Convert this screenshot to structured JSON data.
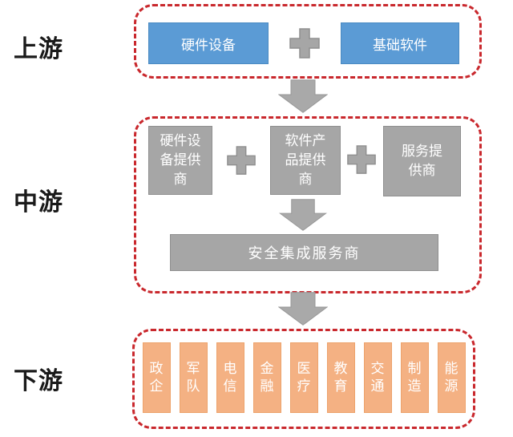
{
  "stages": {
    "upstream": "上游",
    "midstream": "中游",
    "downstream": "下游"
  },
  "upstream": {
    "hardware": "硬件设备",
    "software": "基础软件"
  },
  "midstream": {
    "hardware_provider": "硬件设备提供商",
    "software_provider": "软件产品提供商",
    "service_provider": "服务提供商",
    "integrator": "安全集成服务商"
  },
  "downstream": {
    "sectors": [
      "政企",
      "军队",
      "电信",
      "金融",
      "医疗",
      "教育",
      "交通",
      "制造",
      "能源"
    ]
  },
  "icons": {
    "plus_icon": "✚",
    "arrow_down_icon": "⬇"
  },
  "colors": {
    "box_blue": "#5B9BD5",
    "box_gray": "#A6A6A6",
    "box_orange": "#F4B183",
    "dashed_red": "#C9282D",
    "box_text": "#FFFFFF",
    "label_text": "#1A1A1A"
  }
}
